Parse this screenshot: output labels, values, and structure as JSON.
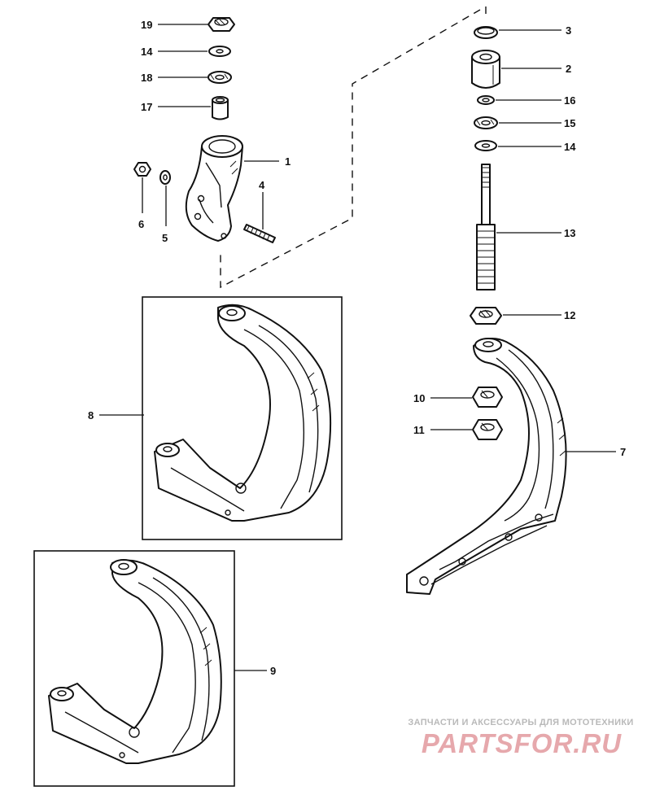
{
  "diagram": {
    "callouts": {
      "c1": "1",
      "c2": "2",
      "c3": "3",
      "c4": "4",
      "c5": "5",
      "c6": "6",
      "c7": "7",
      "c8": "8",
      "c9": "9",
      "c10": "10",
      "c11": "11",
      "c12": "12",
      "c13": "13",
      "c14a": "14",
      "c14b": "14",
      "c15": "15",
      "c16": "16",
      "c17": "17",
      "c18": "18",
      "c19": "19"
    }
  },
  "watermark": {
    "caption": "ЗАПЧАСТИ И АКСЕССУАРЫ ДЛЯ МОТОТЕХНИКИ",
    "logo": "PARTSFOR.RU"
  }
}
